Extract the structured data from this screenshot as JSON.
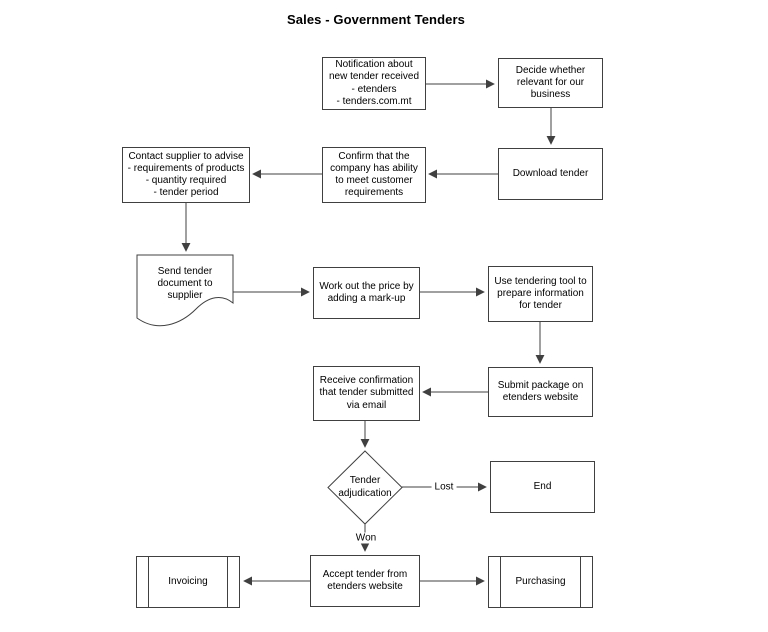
{
  "title": "Sales - Government Tenders",
  "nodes": {
    "notification": {
      "type": "process",
      "label": "Notification about\nnew tender received\n- etenders\n- tenders.com.mt"
    },
    "decide": {
      "type": "process",
      "label": "Decide whether\nrelevant for our\nbusiness"
    },
    "download": {
      "type": "process",
      "label": "Download tender"
    },
    "confirm": {
      "type": "process",
      "label": "Confirm that the\ncompany has ability\nto meet customer\nrequirements"
    },
    "contact": {
      "type": "process",
      "label": "Contact supplier to advise\n- requirements of products\n- quantity required\n- tender period"
    },
    "send_document": {
      "type": "document",
      "label": "Send tender\ndocument to\nsupplier"
    },
    "work_out_price": {
      "type": "process",
      "label": "Work out the price by\nadding a mark-up"
    },
    "use_tendering_tool": {
      "type": "process",
      "label": "Use tendering tool to\nprepare information\nfor tender"
    },
    "submit_package": {
      "type": "process",
      "label": "Submit package on\netenders website"
    },
    "receive_confirmation": {
      "type": "process",
      "label": "Receive confirmation\nthat tender submitted\nvia email"
    },
    "tender_adjudication": {
      "type": "decision",
      "label": "Tender\nadjudication"
    },
    "end": {
      "type": "process",
      "label": "End"
    },
    "accept_tender": {
      "type": "process",
      "label": "Accept tender from\netenders website"
    },
    "invoicing": {
      "type": "predefined-process",
      "label": "Invoicing"
    },
    "purchasing": {
      "type": "predefined-process",
      "label": "Purchasing"
    }
  },
  "edge_labels": {
    "lost": "Lost",
    "won": "Won"
  },
  "colors": {
    "stroke": "#404040",
    "background": "#ffffff",
    "text": "#000000"
  }
}
